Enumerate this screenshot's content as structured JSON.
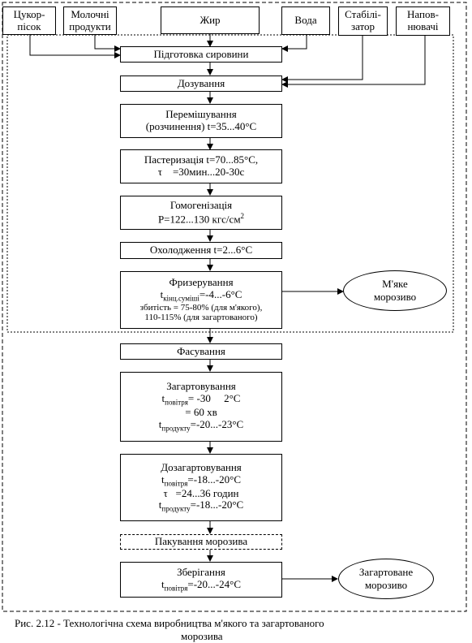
{
  "inputs": {
    "sugar": [
      "Цукор-",
      "пісок"
    ],
    "milk": [
      "Молочні",
      "продукти"
    ],
    "fat": "Жир",
    "water": "Вода",
    "stabilizer": [
      "Стабілі-",
      "затор"
    ],
    "fillers": [
      "Напов-",
      "нювачі"
    ]
  },
  "steps": {
    "prep": "Підготовка сировини",
    "dosing": "Дозування",
    "mixing": [
      "Перемішування",
      "(розчинення) t=35...40°С"
    ],
    "pasteur": [
      "Пастеризація t=70...85°С,",
      "τ",
      "=30мин...20-30с"
    ],
    "homog": [
      "Гомогенізація",
      "Р=122...130 кгс/см",
      "2"
    ],
    "cooling": "Охолодження t=2...6°С",
    "freezing": {
      "title": "Фризерування",
      "t": "t",
      "t_sub": "кінц.суміші",
      "t_val": "=-4...-6°С",
      "overrun1": "збитість = 75-80% (для м'якого),",
      "overrun2": "110-115% (для загартованого)"
    },
    "packing": "Фасування",
    "hardening": {
      "title": "Загартовування",
      "t": "t",
      "t_sub": "повітря",
      "t_val": "= -30     2°С",
      "time": "= 60 хв",
      "t2": "t",
      "t2_sub": "продукту",
      "t2_val": "=-20...-23°С"
    },
    "posthardening": {
      "title": "Дозагартовування",
      "t": "t",
      "t_sub": "повітря",
      "t_val": "=-18...-20°С",
      "tau": "τ",
      "tau_val": "=24...36 годин",
      "t2": "t",
      "t2_sub": "продукту",
      "t2_val": "=-18...-20°С"
    },
    "wrapping": "Пакування морозива",
    "storage": {
      "title": "Зберігання",
      "t": "t",
      "t_sub": "повітря",
      "t_val": "=-20...-24°С"
    }
  },
  "outputs": {
    "soft": [
      "М'яке",
      "морозиво"
    ],
    "hardened": [
      "Загартоване",
      "морозиво"
    ]
  },
  "caption": {
    "line1": "Рис. 2.12 - Технологічна схема виробництва м'якого та загартованого",
    "line2": "морозива"
  }
}
